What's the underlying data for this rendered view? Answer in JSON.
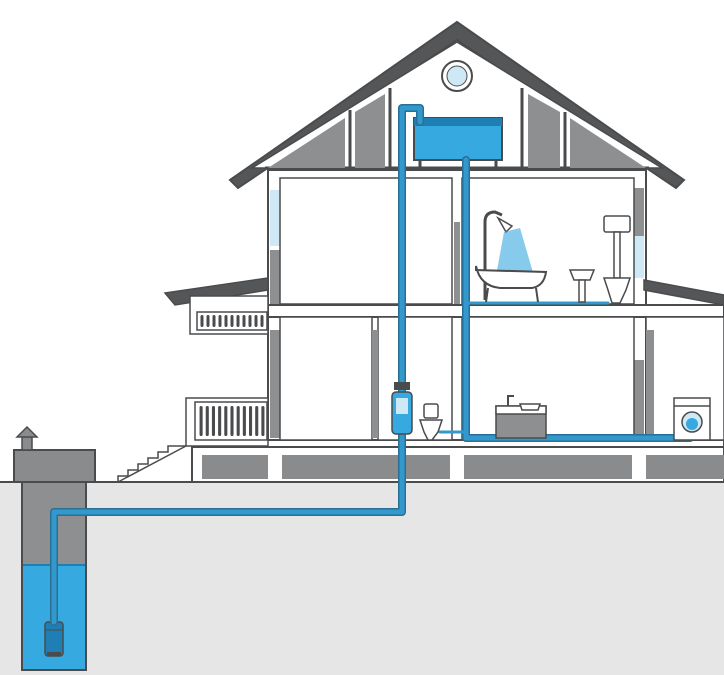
{
  "colors": {
    "outline": "#4a4b4d",
    "wall_fill": "#ffffff",
    "ground": "#e6e6e6",
    "foundation": "#8a8b8d",
    "interior_shade": "#8e8f91",
    "pipe": "#3399cc",
    "pipe_dark": "#2a6f94",
    "water": "#35a9e0",
    "water_dark": "#1f7fb5",
    "window_glass": "#cfe8f5",
    "fixture_fill": "#ffffff",
    "roof_tile": "#555658"
  },
  "icons": [
    "roof",
    "attic-window-icon",
    "storage-tank-icon",
    "bathtub-icon",
    "shower-head-icon",
    "washbasin-icon",
    "toilet-icon",
    "kitchen-sink-icon",
    "washing-machine-icon",
    "water-filter-icon",
    "submersible-pump-icon",
    "well-vent-icon",
    "balcony-balustrade",
    "porch-balustrade",
    "stairs"
  ]
}
